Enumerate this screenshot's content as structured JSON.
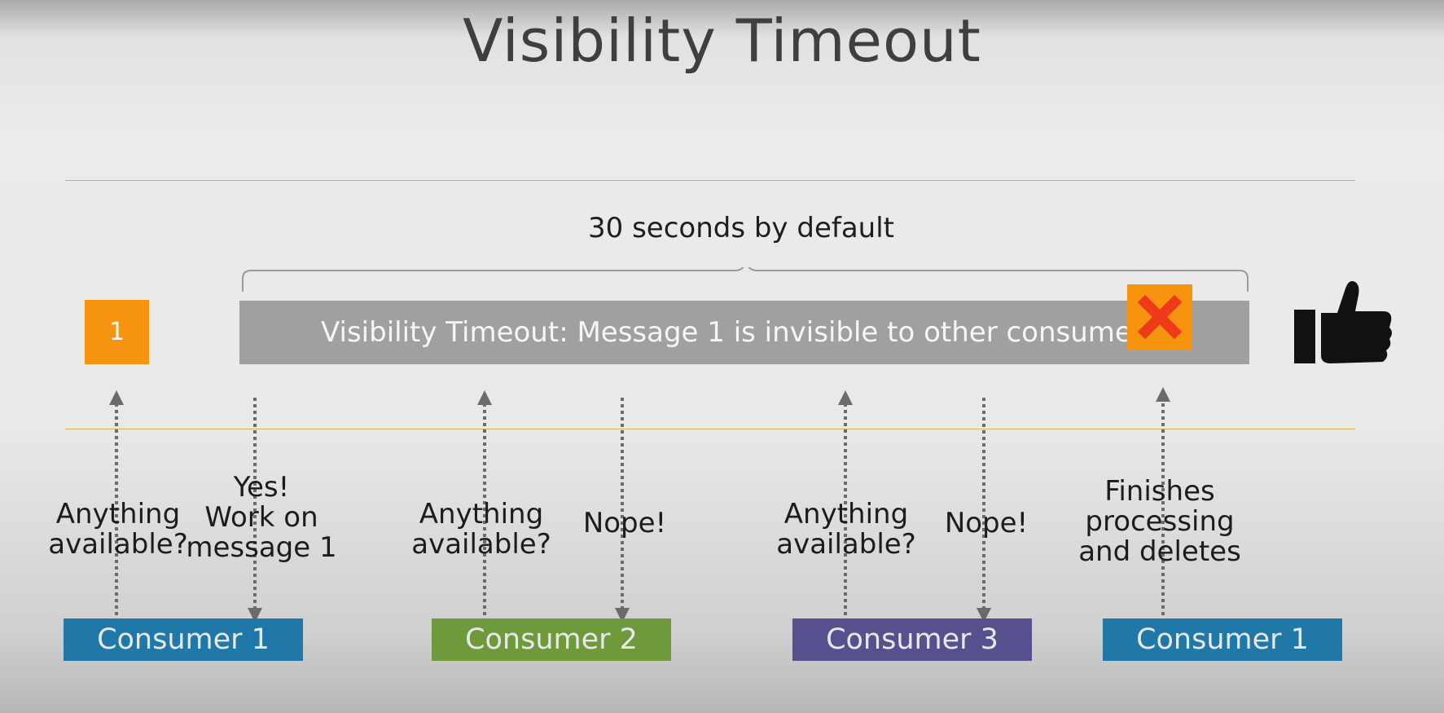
{
  "title": "Visibility Timeout",
  "duration_label": "30 seconds by default",
  "message_box": {
    "label": "1",
    "color": "#f7940f"
  },
  "timeout_bar": {
    "text": "Visibility Timeout: Message 1 is invisible to other consumers",
    "color": "#a0a0a0"
  },
  "delete_marker": {
    "icon": "close-icon",
    "box_color": "#f7940f",
    "x_color": "#ef3a1a"
  },
  "approval_icon": "thumbs-up-icon",
  "steps": [
    {
      "label": "Anything\navailable?"
    },
    {
      "label": "Yes!\nWork on\nmessage 1"
    },
    {
      "label": "Anything\navailable?"
    },
    {
      "label": "Nope!"
    },
    {
      "label": "Anything\navailable?"
    },
    {
      "label": "Nope!"
    },
    {
      "label": "Finishes\nprocessing\nand deletes"
    }
  ],
  "consumers": [
    {
      "label": "Consumer 1",
      "color": "#1f78a8"
    },
    {
      "label": "Consumer 2",
      "color": "#6f9a3c"
    },
    {
      "label": "Consumer 3",
      "color": "#56508e"
    },
    {
      "label": "Consumer 1",
      "color": "#1f78a8"
    }
  ]
}
